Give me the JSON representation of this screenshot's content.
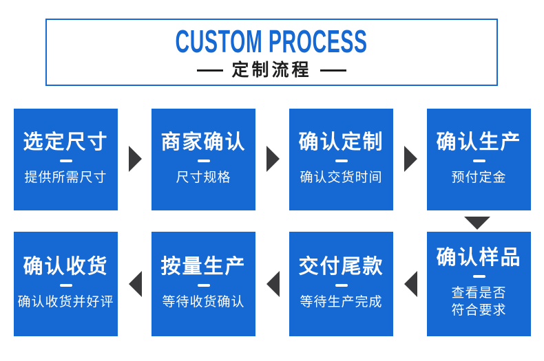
{
  "header": {
    "title_en": "CUSTOM PROCESS",
    "title_zh": "定制流程"
  },
  "steps": [
    {
      "title": "选定尺寸",
      "subtitle": "提供所需尺寸"
    },
    {
      "title": "商家确认",
      "subtitle": "尺寸规格"
    },
    {
      "title": "确认定制",
      "subtitle": "确认交货时间"
    },
    {
      "title": "确认生产",
      "subtitle": "预付定金"
    },
    {
      "title": "确认样品",
      "subtitle": "查看是否\n符合要求"
    },
    {
      "title": "交付尾款",
      "subtitle": "等待生产完成"
    },
    {
      "title": "按量生产",
      "subtitle": "等待收货确认"
    },
    {
      "title": "确认收货",
      "subtitle": "确认收货并好评"
    }
  ],
  "colors": {
    "box_blue": "#1668d2",
    "arrow_dark": "#3a3a3c",
    "text_dark": "#1e1e1e"
  }
}
